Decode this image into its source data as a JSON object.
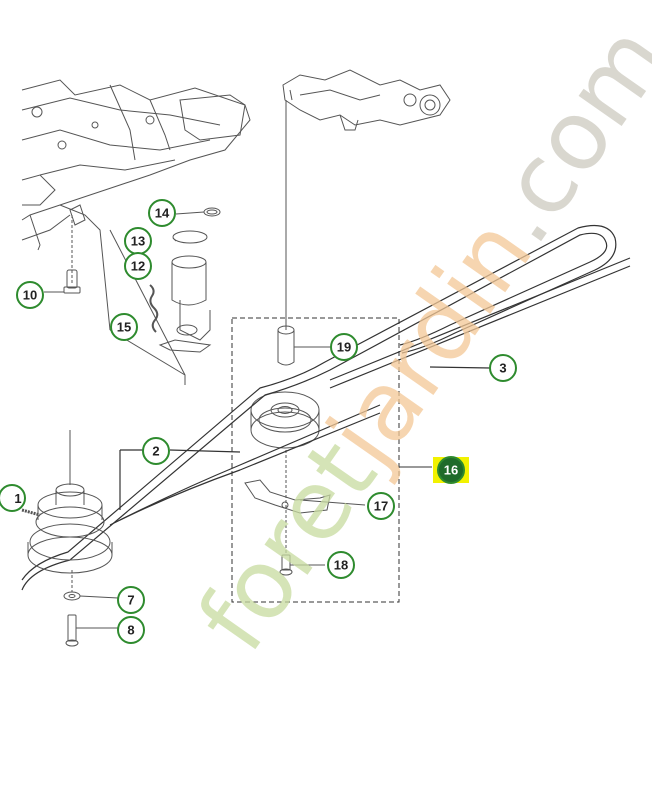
{
  "diagram": {
    "callouts": [
      {
        "id": "14",
        "label": "14"
      },
      {
        "id": "13",
        "label": "13"
      },
      {
        "id": "12",
        "label": "12"
      },
      {
        "id": "10",
        "label": "10"
      },
      {
        "id": "15",
        "label": "15"
      },
      {
        "id": "19",
        "label": "19"
      },
      {
        "id": "3",
        "label": "3"
      },
      {
        "id": "2",
        "label": "2"
      },
      {
        "id": "16",
        "label": "16",
        "highlighted": true
      },
      {
        "id": "17",
        "label": "17"
      },
      {
        "id": "18",
        "label": "18"
      },
      {
        "id": "7",
        "label": "7"
      },
      {
        "id": "8",
        "label": "8"
      }
    ],
    "partial_callout": {
      "label": "1"
    }
  },
  "watermark": {
    "part1": "foret",
    "part2": "jardin",
    "part3": ".com",
    "color_main": "#c8dca0",
    "color_accent": "#f4c896",
    "color_com": "#cdcac0"
  },
  "colors": {
    "callout_border": "#2e8b2e",
    "highlight_fill": "#1f6b2a",
    "highlight_marker": "#f2f200",
    "line": "#222222",
    "drawing": "#555555"
  }
}
